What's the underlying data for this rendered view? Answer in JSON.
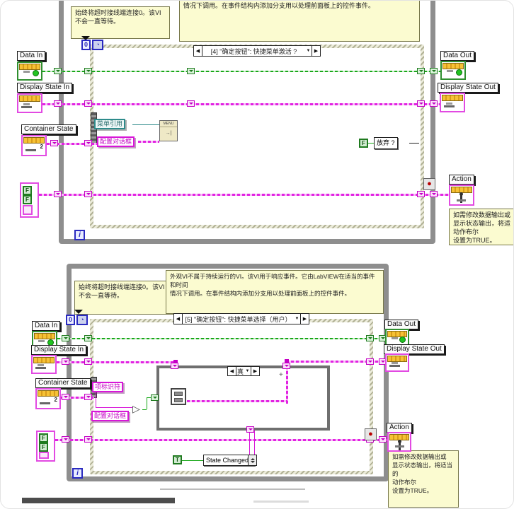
{
  "icons": {
    "clock": "◔",
    "arrow_left": "◀",
    "arrow_right": "▶",
    "arrow_down": "▼",
    "stop_dot": "●",
    "compare_triangle": "▷",
    "menu_arrow": "→|"
  },
  "shared": {
    "iteration": "i",
    "false_const": "F",
    "true_const": "T",
    "timeout": "0",
    "container_badge": "2"
  },
  "top": {
    "comment_timeout": "始终将超时接线端连接0。该VI\n不会一直等待。",
    "comment_event": "情况下调用。在事件结构内添加分支用以处理前面板上的控件事件。",
    "comment_action": "如需修改数据输出或\n显示状态输出，将适\n动作布尔\n设置为TRUE。",
    "event_selector": "[4] \"确定按钮\": 快捷菜单激活 ?",
    "menu_ref": "菜单引用",
    "config_dialog": "配置对话框",
    "menu_node": "MENU",
    "discard": "放弃 ?",
    "terminals": {
      "data_in": "Data In",
      "display_state_in": "Display State In",
      "container_state": "Container State",
      "data_out": "Data Out",
      "display_state_out": "Display State Out",
      "action": "Action"
    }
  },
  "bottom": {
    "comment_timeout": "始终将超时接线端连接0。该VI\n不会一直等待。",
    "comment_facade": "外观VI不属于持续运行的VI。该VI用于响应事件。它由LabVIEW在适当的事件和时间\n情况下调用。在事件结构内添加分支用以处理前面板上的控件事件。",
    "comment_action": "如需修改数据输出或\n显示状态输出，将适当的\n动作布尔\n设置为TRUE。",
    "event_selector": "[5] \"确定按钮\": 快捷菜单选择（用户）",
    "case_selector": "真",
    "item_tag": "项标识符",
    "config_dialog": "配置对话框",
    "state_changed": "State Changed?",
    "plus_mark": "+",
    "terminals": {
      "data_in": "Data In",
      "display_state_in": "Display State In",
      "container_state": "Container State",
      "data_out": "Data Out",
      "display_state_out": "Display State Out",
      "action": "Action"
    }
  },
  "colors": {
    "wire_green": "#18a818",
    "wire_pink": "#e222e2",
    "terminal_green": "#2f8f2f",
    "terminal_pink": "#e24ae2",
    "comment_bg": "#fbfbd0",
    "structure_gray": "#8e8e8e",
    "blue": "#2a2ac0",
    "stop_red": "#b80000",
    "band_yellow": "#f0b428",
    "teal": "#2e8b8b"
  }
}
